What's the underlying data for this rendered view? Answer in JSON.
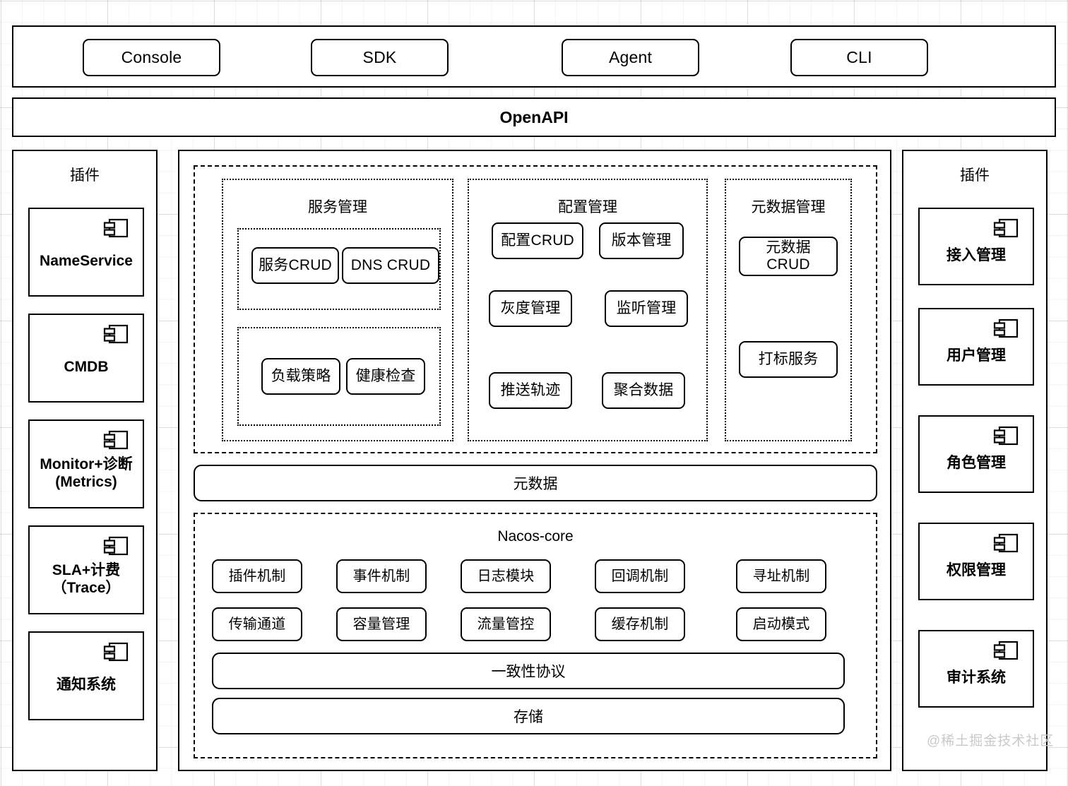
{
  "clients": {
    "items": [
      {
        "label": "Console"
      },
      {
        "label": "SDK"
      },
      {
        "label": "Agent"
      },
      {
        "label": "CLI"
      }
    ]
  },
  "openapi": {
    "label": "OpenAPI"
  },
  "left_plugins": {
    "title": "插件",
    "items": [
      {
        "label": "NameService",
        "icon": "uml-component-icon"
      },
      {
        "label": "CMDB",
        "icon": "uml-component-icon"
      },
      {
        "label": "Monitor+诊断\n(Metrics)",
        "icon": "uml-component-icon"
      },
      {
        "label": "SLA+计费\n（Trace）",
        "icon": "uml-component-icon"
      },
      {
        "label": "通知系统",
        "icon": "uml-component-icon"
      }
    ]
  },
  "right_plugins": {
    "title": "插件",
    "items": [
      {
        "label": "接入管理",
        "icon": "uml-component-icon"
      },
      {
        "label": "用户管理",
        "icon": "uml-component-icon"
      },
      {
        "label": "角色管理",
        "icon": "uml-component-icon"
      },
      {
        "label": "权限管理",
        "icon": "uml-component-icon"
      },
      {
        "label": "审计系统",
        "icon": "uml-component-icon"
      }
    ]
  },
  "capabilities": {
    "service": {
      "title": "服务管理",
      "group1": [
        "服务CRUD",
        "DNS CRUD"
      ],
      "group2": [
        "负载策略",
        "健康检查"
      ]
    },
    "config": {
      "title": "配置管理",
      "items": [
        "配置CRUD",
        "版本管理",
        "灰度管理",
        "监听管理",
        "推送轨迹",
        "聚合数据"
      ]
    },
    "metadata": {
      "title": "元数据管理",
      "items": [
        "元数据\nCRUD",
        "打标服务"
      ]
    }
  },
  "metadata_bar": {
    "label": "元数据"
  },
  "nacos_core": {
    "title": "Nacos-core",
    "row1": [
      "插件机制",
      "事件机制",
      "日志模块",
      "回调机制",
      "寻址机制"
    ],
    "row2": [
      "传输通道",
      "容量管理",
      "流量管控",
      "缓存机制",
      "启动模式"
    ],
    "bars": [
      "一致性协议",
      "存储"
    ]
  },
  "watermark": {
    "text": "@稀土掘金技术社区"
  },
  "colors": {
    "stroke": "#000000",
    "fill": "#ffffff",
    "grid": "#eeeeee",
    "watermark": "#c9c9c9"
  }
}
